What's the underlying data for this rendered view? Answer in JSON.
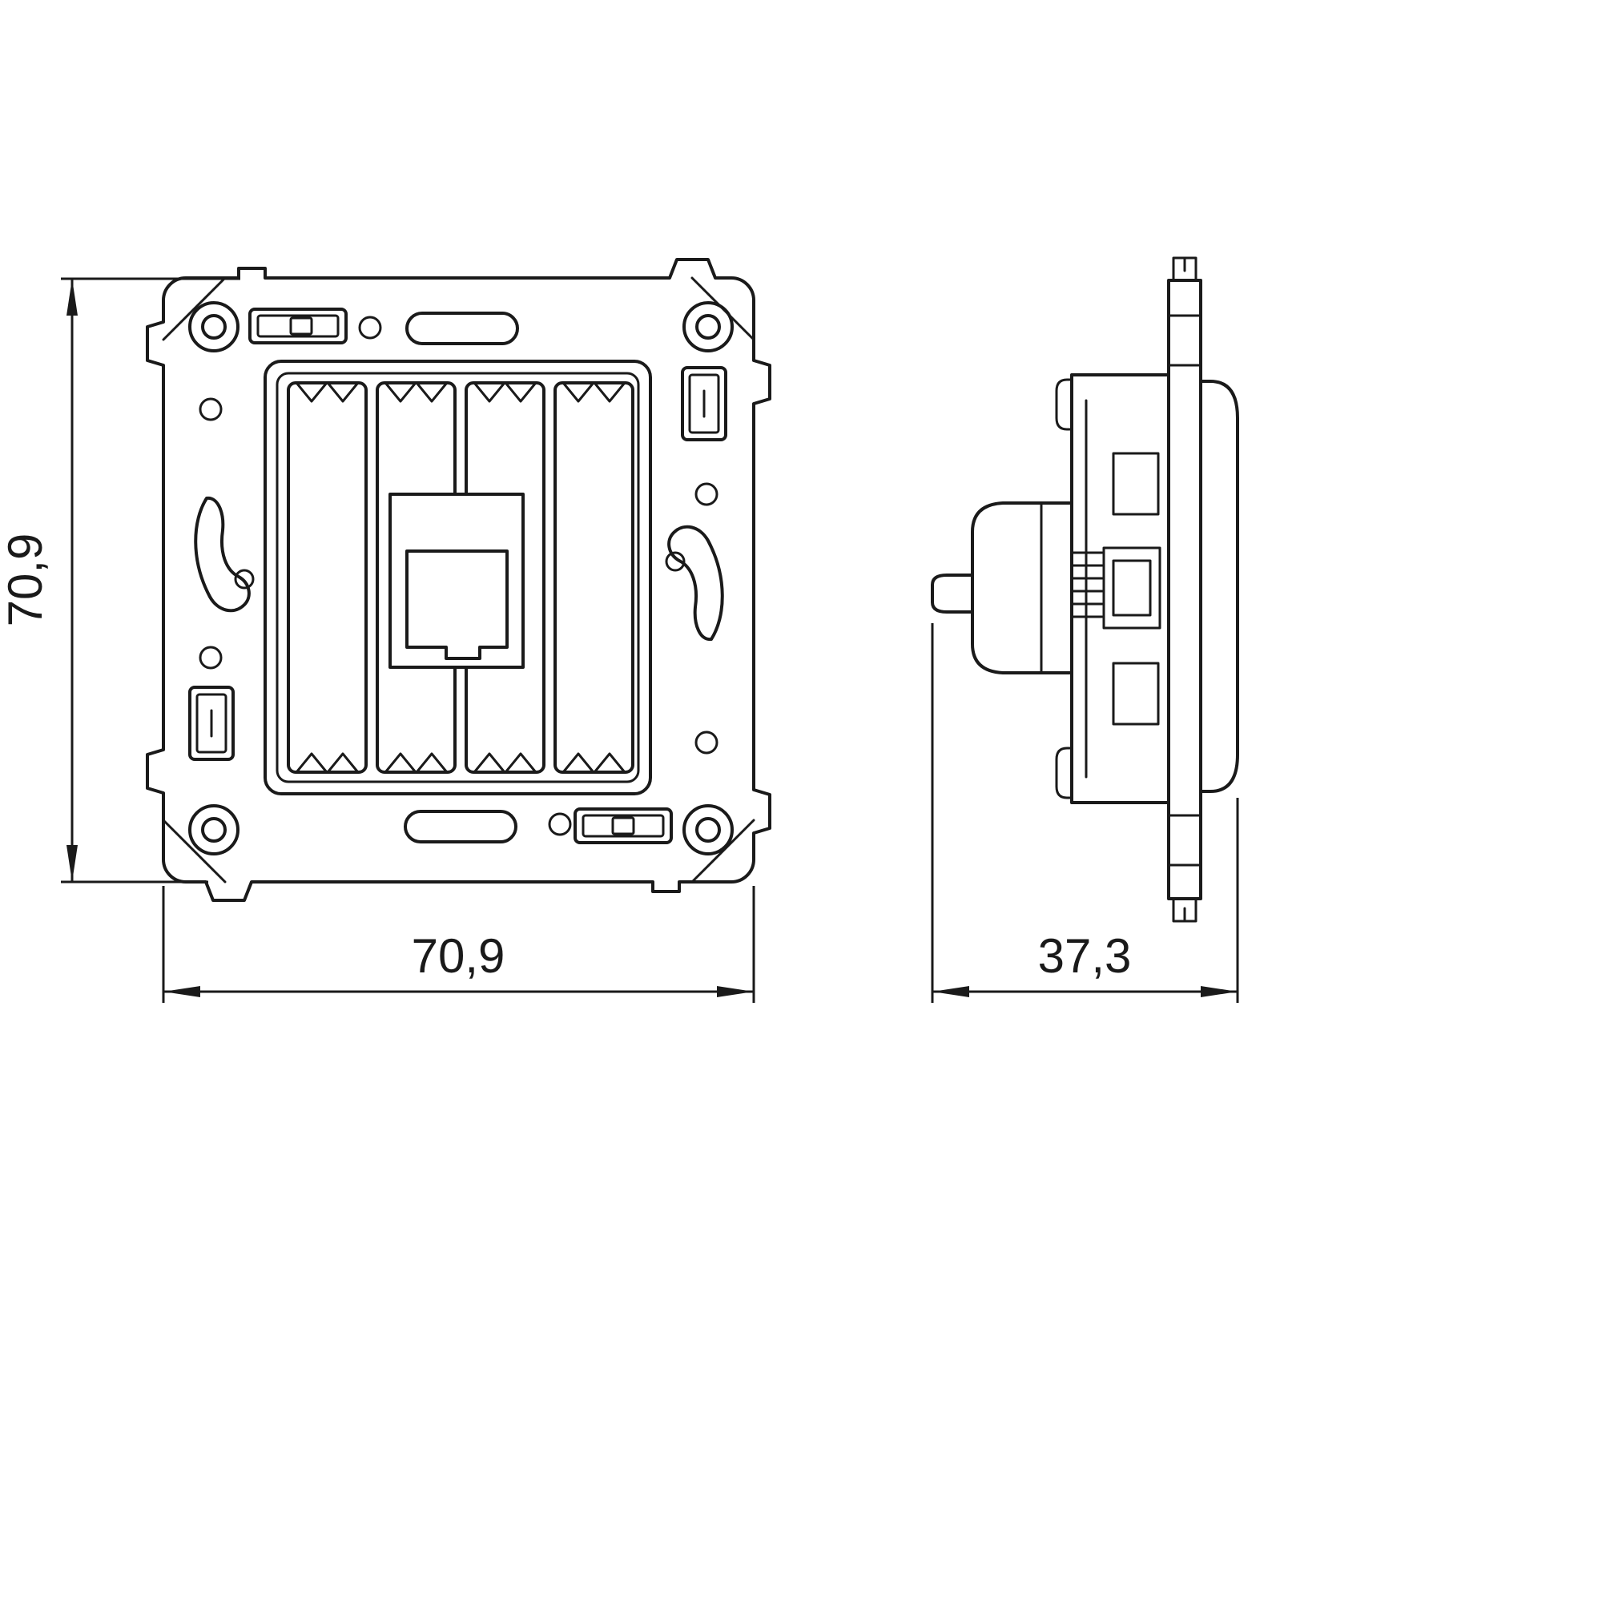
{
  "dimensions": {
    "front_height_label": "70,9",
    "front_width_label": "70,9",
    "side_depth_label": "37,3"
  },
  "colors": {
    "line": "#1a1a1a",
    "background": "#ffffff"
  }
}
